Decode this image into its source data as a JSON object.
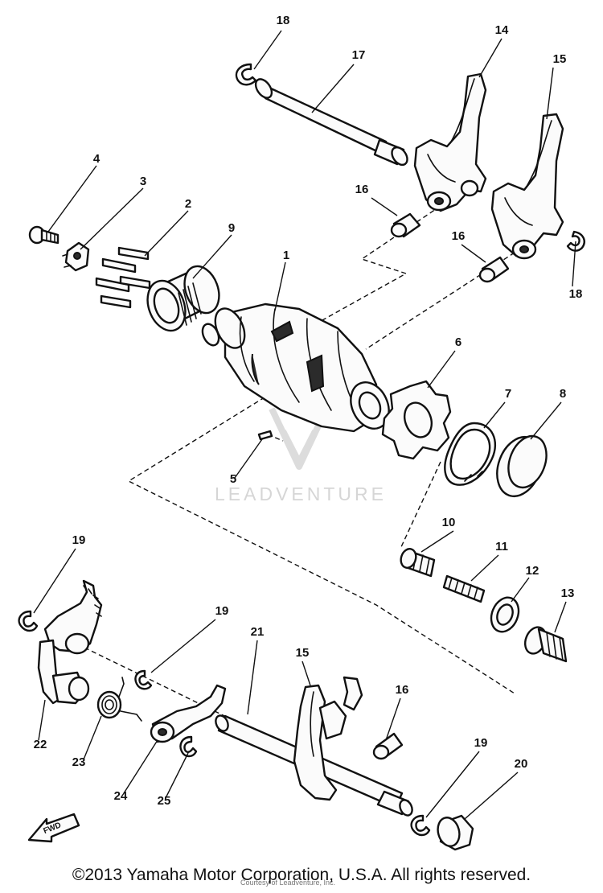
{
  "watermark": {
    "text": "LEADVENTURE"
  },
  "credit": "Courtesy of Leadventure, Inc.",
  "fwd_label": "FWD",
  "copyright": "©2013 Yamaha Motor Corporation, U.S.A. All rights reserved.",
  "callouts": [
    {
      "id": "c18a",
      "label": "18"
    },
    {
      "id": "c17",
      "label": "17"
    },
    {
      "id": "c14",
      "label": "14"
    },
    {
      "id": "c15a",
      "label": "15"
    },
    {
      "id": "c4",
      "label": "4"
    },
    {
      "id": "c3",
      "label": "3"
    },
    {
      "id": "c2",
      "label": "2"
    },
    {
      "id": "c9",
      "label": "9"
    },
    {
      "id": "c16a",
      "label": "16"
    },
    {
      "id": "c16b",
      "label": "16"
    },
    {
      "id": "c18b",
      "label": "18"
    },
    {
      "id": "c1",
      "label": "1"
    },
    {
      "id": "c6",
      "label": "6"
    },
    {
      "id": "c7",
      "label": "7"
    },
    {
      "id": "c8",
      "label": "8"
    },
    {
      "id": "c5",
      "label": "5"
    },
    {
      "id": "c10",
      "label": "10"
    },
    {
      "id": "c11",
      "label": "11"
    },
    {
      "id": "c12",
      "label": "12"
    },
    {
      "id": "c13",
      "label": "13"
    },
    {
      "id": "c19a",
      "label": "19"
    },
    {
      "id": "c19b",
      "label": "19"
    },
    {
      "id": "c21",
      "label": "21"
    },
    {
      "id": "c15b",
      "label": "15"
    },
    {
      "id": "c16c",
      "label": "16"
    },
    {
      "id": "c22",
      "label": "22"
    },
    {
      "id": "c23",
      "label": "23"
    },
    {
      "id": "c24",
      "label": "24"
    },
    {
      "id": "c25",
      "label": "25"
    },
    {
      "id": "c19c",
      "label": "19"
    },
    {
      "id": "c20",
      "label": "20"
    }
  ]
}
